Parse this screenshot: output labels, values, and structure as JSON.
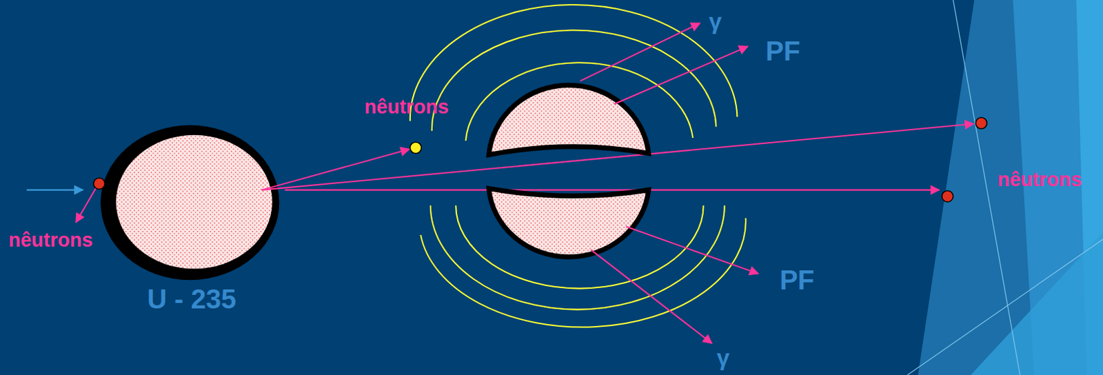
{
  "diagram": {
    "nodes": [
      {
        "text": [
          "U - 235"
        ]
      }
    ],
    "labels": [
      "nêutrons",
      "γ",
      "PF",
      "nêutrons",
      "nêutrons",
      "PF",
      "γ"
    ]
  }
}
